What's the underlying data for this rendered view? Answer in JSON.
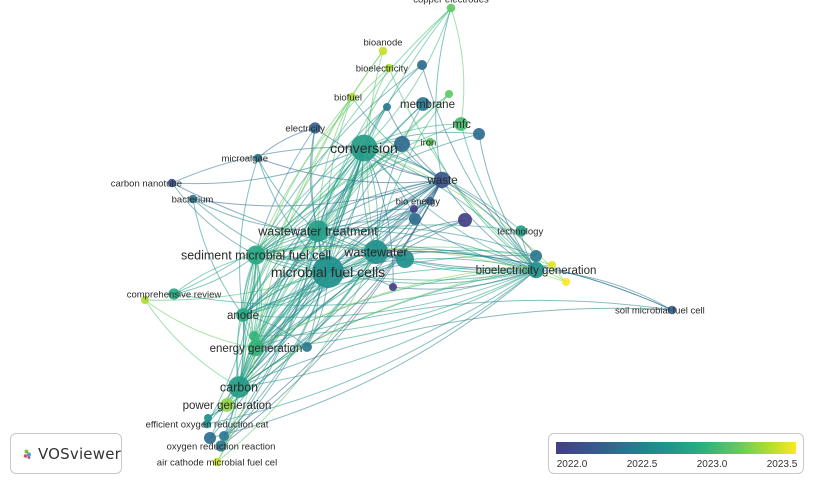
{
  "logo": {
    "text": "VOSviewer"
  },
  "legend": {
    "ticks": [
      "2022.0",
      "2022.5",
      "2023.0",
      "2023.5"
    ]
  },
  "colors": {
    "min": "#433e85",
    "mid": "#21918c",
    "max": "#fde725"
  },
  "nodes": [
    {
      "id": "copper-electrodes",
      "label": "copper electrodes",
      "weight": 1,
      "year": 2023.0
    },
    {
      "id": "bioanode",
      "label": "bioanode",
      "weight": 1,
      "year": 2023.4
    },
    {
      "id": "bioelectricity",
      "label": "bioelectricity",
      "weight": 1,
      "year": 2023.3
    },
    {
      "id": "biofuel",
      "label": "biofuel",
      "weight": 1,
      "year": 2023.3
    },
    {
      "id": "membrane",
      "label": "membrane",
      "weight": 3,
      "year": 2022.3
    },
    {
      "id": "mfc",
      "label": "mfc",
      "weight": 3,
      "year": 2022.9
    },
    {
      "id": "electricity",
      "label": "electricity",
      "weight": 2,
      "year": 2022.1
    },
    {
      "id": "conversion",
      "label": "conversion",
      "weight": 8,
      "year": 2022.6
    },
    {
      "id": "iron",
      "label": "iron",
      "weight": 1,
      "year": 2023.0
    },
    {
      "id": "microalgae",
      "label": "microalgae",
      "weight": 1,
      "year": 2022.3
    },
    {
      "id": "waste",
      "label": "waste",
      "weight": 4,
      "year": 2022.0
    },
    {
      "id": "carbon-nanotube",
      "label": "carbon nanotube",
      "weight": 1,
      "year": 2022.0
    },
    {
      "id": "bacterium",
      "label": "bacterium",
      "weight": 1,
      "year": 2022.3
    },
    {
      "id": "bio-energy",
      "label": "bio energy",
      "weight": 1,
      "year": 2022.1
    },
    {
      "id": "technology",
      "label": "technology",
      "weight": 2,
      "year": 2022.6
    },
    {
      "id": "wastewater-treatment",
      "label": "wastewater treatment",
      "weight": 6,
      "year": 2022.6
    },
    {
      "id": "wastewater",
      "label": "wastewater",
      "weight": 7,
      "year": 2022.5
    },
    {
      "id": "sediment-microbial-fuel-cell",
      "label": "sediment microbial fuel cell",
      "weight": 5,
      "year": 2022.7
    },
    {
      "id": "microbial-fuel-cells",
      "label": "microbial fuel cells",
      "weight": 10,
      "year": 2022.5
    },
    {
      "id": "bioelectricity-generation",
      "label": "bioelectricity generation",
      "weight": 4,
      "year": 2022.5
    },
    {
      "id": "comprehensive-review",
      "label": "comprehensive review",
      "weight": 2,
      "year": 2022.7
    },
    {
      "id": "anode",
      "label": "anode",
      "weight": 3,
      "year": 2022.7
    },
    {
      "id": "soil-microbial-fuel-cell",
      "label": "soil microbial fuel cell",
      "weight": 1,
      "year": 2022.1
    },
    {
      "id": "energy-generation",
      "label": "energy generation",
      "weight": 4,
      "year": 2022.8
    },
    {
      "id": "carbon",
      "label": "carbon",
      "weight": 6,
      "year": 2022.6
    },
    {
      "id": "power-generation",
      "label": "power generation",
      "weight": 3,
      "year": 2023.2
    },
    {
      "id": "efficient-oxygen-reduction-cat",
      "label": "efficient oxygen reduction cat",
      "weight": 1,
      "year": 2022.5
    },
    {
      "id": "oxygen-reduction-reaction",
      "label": "oxygen reduction reaction",
      "weight": 2,
      "year": 2022.3
    },
    {
      "id": "air-cathode-microbial-fuel-cel",
      "label": "air cathode microbial fuel cel",
      "weight": 1,
      "year": 2023.4
    }
  ]
}
